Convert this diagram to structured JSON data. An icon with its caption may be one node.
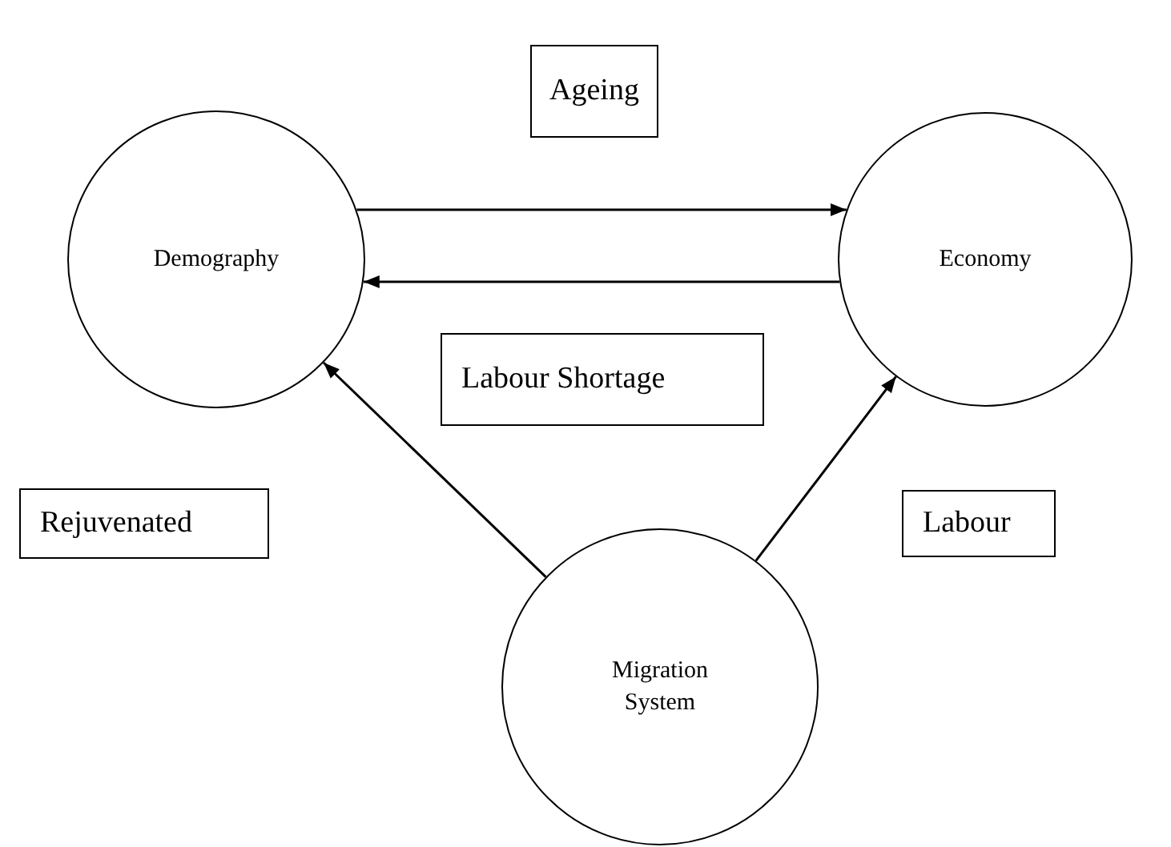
{
  "diagram": {
    "nodes": [
      {
        "text": [
          "Ageing"
        ]
      },
      {
        "text": [
          "Demography"
        ]
      },
      {
        "text": [
          "Economy"
        ]
      },
      {
        "text": [
          "Labour Shortage"
        ]
      },
      {
        "text": [
          "Rejuvenated"
        ]
      },
      {
        "text": [
          "Labour"
        ]
      },
      {
        "text": [
          "Migration System"
        ]
      }
    ],
    "edges": [
      {
        "from": 1,
        "to": 2,
        "arrow": "to"
      },
      {
        "from": 2,
        "to": 1,
        "arrow": "to"
      },
      {
        "from": 6,
        "to": 1,
        "arrow": "to"
      },
      {
        "from": 6,
        "to": 2,
        "arrow": "to"
      }
    ]
  }
}
